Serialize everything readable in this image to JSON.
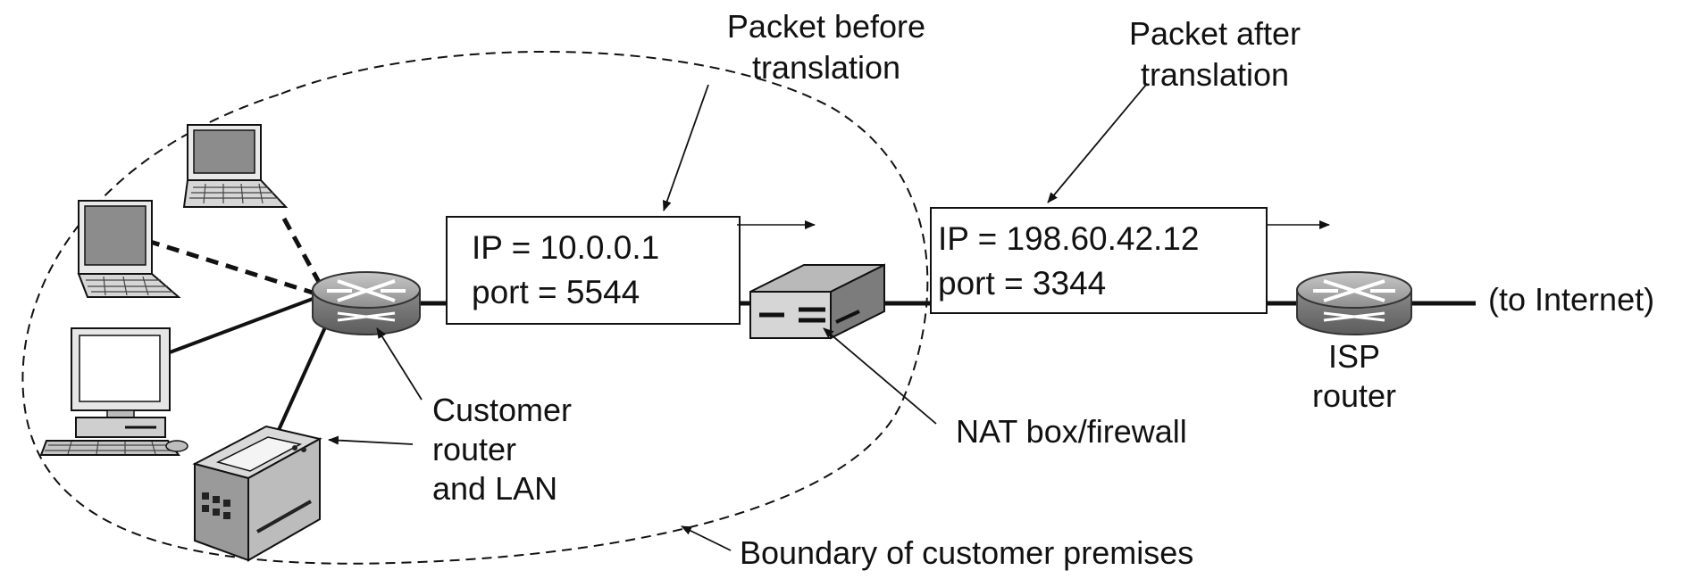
{
  "labels": {
    "packet_before": [
      "Packet before",
      "translation"
    ],
    "packet_after": [
      "Packet after",
      "translation"
    ],
    "customer_router": [
      "Customer",
      "router",
      "and LAN"
    ],
    "nat_box": "NAT box/firewall",
    "isp_router": [
      "ISP",
      "router"
    ],
    "to_internet": "(to Internet)",
    "boundary": "Boundary of customer premises"
  },
  "packet_before": {
    "ip": "IP = 10.0.0.1",
    "port": "port = 5544"
  },
  "packet_after": {
    "ip": "IP = 198.60.42.12",
    "port": "port = 3344"
  },
  "icons": [
    "laptop-icon",
    "laptop-icon",
    "desktop-computer-icon",
    "printer-icon",
    "router-icon",
    "nat-box-icon",
    "router-icon"
  ]
}
